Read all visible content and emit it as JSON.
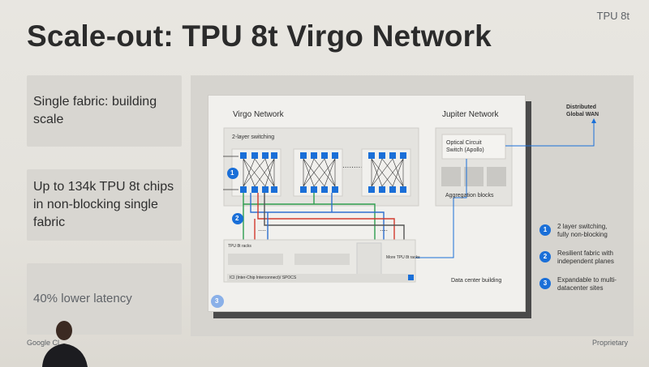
{
  "slide": {
    "corner_tag": "TPU 8t",
    "title": "Scale-out: TPU 8t Virgo Network",
    "cards": [
      "Single fabric: building scale",
      "Up to 134k TPU 8t chips in non-blocking single fabric",
      "40% lower latency"
    ],
    "diagram": {
      "virgo_title": "Virgo Network",
      "switching_label": "2-layer switching",
      "jupiter_title": "Jupiter Network",
      "ocs_label": "Optical Circuit Switch (Apollo)",
      "aggregation_label": "Aggregation blocks",
      "wan_label": "Distributed Global WAN",
      "racks_label": "TPU 8t racks",
      "more_racks_label": "More TPU 8t racks",
      "ici_label": "ICI (Inter-Chip Interconnect)/ SPOCS",
      "datacenter_label": "Data center building",
      "markers": [
        "1",
        "2",
        "3"
      ]
    },
    "legend": [
      {
        "num": "1",
        "text": "2 layer switching, fully non-blocking"
      },
      {
        "num": "2",
        "text": "Resilient fabric with independent planes"
      },
      {
        "num": "3",
        "text": "Expandable to multi-datacenter sites"
      }
    ],
    "footer_left": "Google Cl",
    "footer_right": "Proprietary"
  },
  "colors": {
    "accent_blue": "#1a6fd8",
    "green": "#2e9e4f",
    "red": "#d23a2e",
    "blue_line": "#2f6fd0"
  }
}
